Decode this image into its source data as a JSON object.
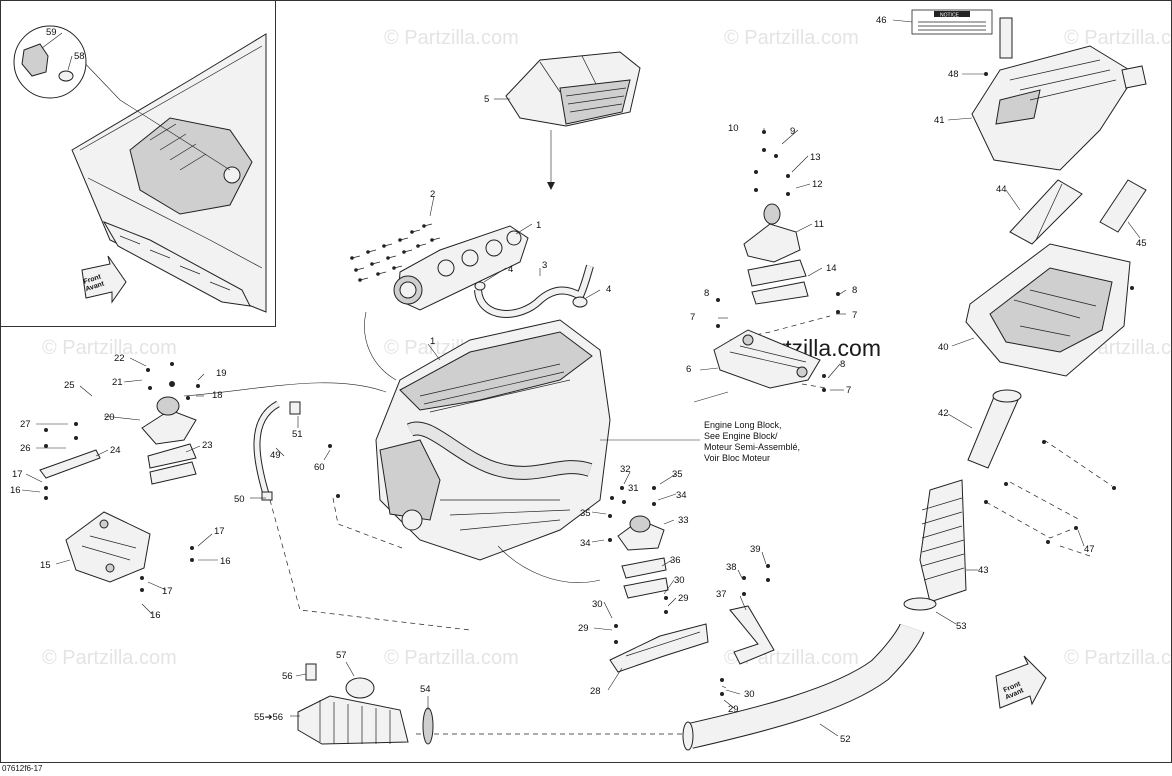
{
  "watermark_text": "© Partzilla.com",
  "center_watermark": "© Partzilla.com",
  "callout_engine": [
    "Engine Long Block,",
    "See Engine Block/",
    "Moteur Semi-Assemblé,",
    "Voir Bloc Moteur"
  ],
  "front_label": [
    "Front",
    "Avant"
  ],
  "notice_label": "NOTICE",
  "footer_code": "07612f6-17",
  "part_numbers": {
    "p1a": "1",
    "p1b": "1",
    "p2": "2",
    "p3": "3",
    "p4a": "4",
    "p4b": "4",
    "p5": "5",
    "p6": "6",
    "p7a": "7",
    "p7b": "7",
    "p7c": "7",
    "p8a": "8",
    "p8b": "8",
    "p8c": "8",
    "p9": "9",
    "p10": "10",
    "p11": "11",
    "p12": "12",
    "p13": "13",
    "p14": "14",
    "p15": "15",
    "p16a": "16",
    "p16b": "16",
    "p16c": "16",
    "p17a": "17",
    "p17b": "17",
    "p17c": "17",
    "p18": "18",
    "p19": "19",
    "p20": "20",
    "p21": "21",
    "p22": "22",
    "p23": "23",
    "p24": "24",
    "p25": "25",
    "p26": "26",
    "p27": "27",
    "p28": "28",
    "p29a": "29",
    "p29b": "29",
    "p29c": "29",
    "p30a": "30",
    "p30b": "30",
    "p30c": "30",
    "p31": "31",
    "p32": "32",
    "p33": "33",
    "p34a": "34",
    "p34b": "34",
    "p35a": "35",
    "p35b": "35",
    "p36": "36",
    "p37": "37",
    "p38": "38",
    "p39": "39",
    "p40": "40",
    "p41": "41",
    "p42": "42",
    "p43": "43",
    "p44": "44",
    "p45": "45",
    "p46": "46",
    "p47": "47",
    "p48": "48",
    "p49": "49",
    "p50": "50",
    "p51": "51",
    "p52": "52",
    "p53": "53",
    "p54": "54",
    "p55": "55➔56",
    "p56": "56",
    "p57": "57",
    "p58": "58",
    "p59": "59",
    "p60": "60"
  }
}
